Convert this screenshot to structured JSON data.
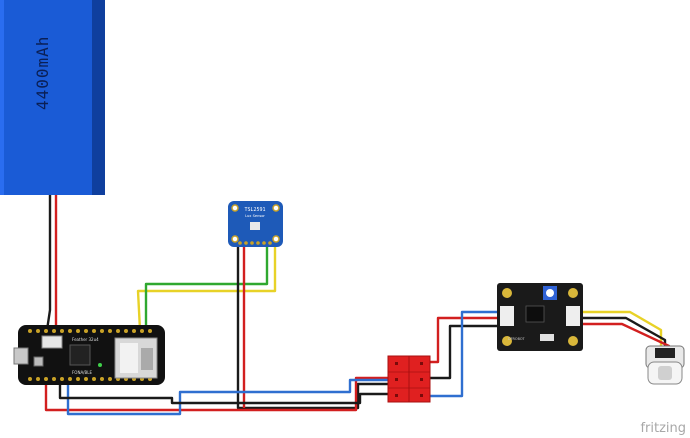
{
  "battery": {
    "label": "4400mAh",
    "body_color": "#1a5bd6",
    "edge_color": "#0f3f9e"
  },
  "feather": {
    "label": "Feather 32u4",
    "label_2": "FONA/BLE"
  },
  "lux_sensor": {
    "title": "TSL2591",
    "subtitle": "Lux Sensor"
  },
  "turbidity_board": {
    "brand": "DFROBOT"
  },
  "watermark": {
    "text": "fritzing"
  },
  "wire_colors": {
    "red": "#d21f1f",
    "black": "#1a1a1a",
    "blue": "#2f6fd0",
    "green": "#2fa82f",
    "yellow": "#e8d227"
  }
}
